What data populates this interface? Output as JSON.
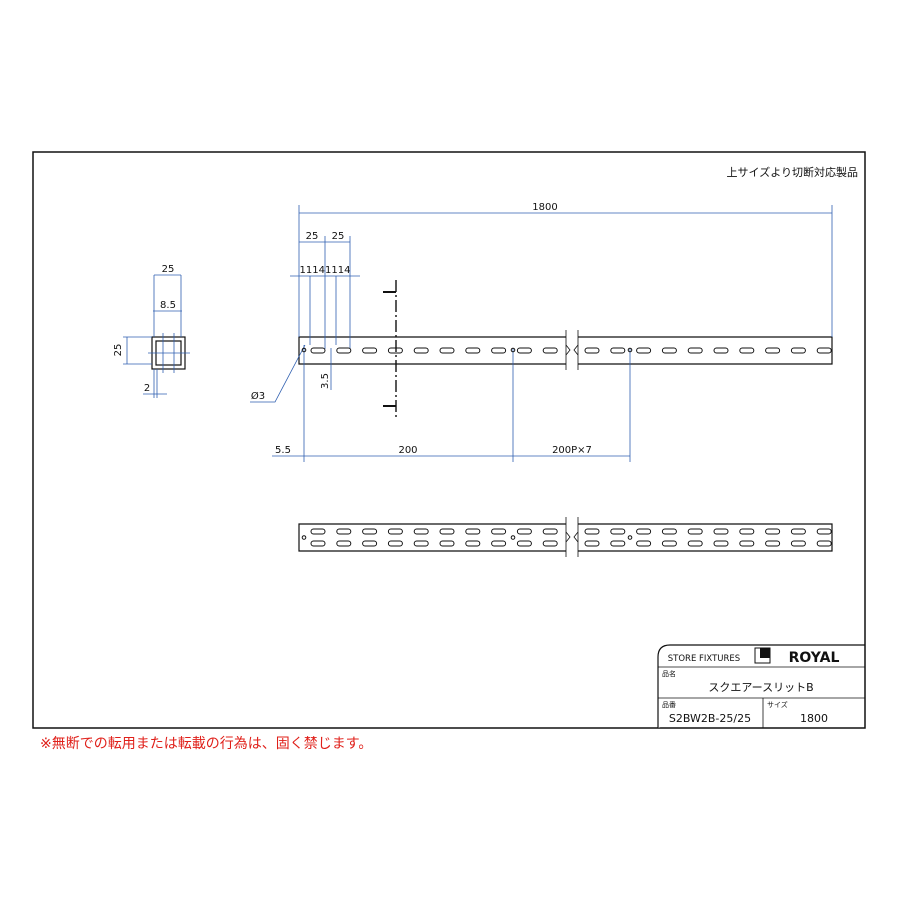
{
  "top_note": "上サイズより切断対応製品",
  "copyright_note": "※無断での転用または転載の行為は、固く禁じます。",
  "dimensions": {
    "section_width": "25",
    "section_slot": "8.5",
    "section_height": "25",
    "section_thickness": "2",
    "total_length": "1800",
    "pitch_a": "25",
    "pitch_b": "25",
    "slot_detail": "11141114",
    "hole_dia": "Ø3",
    "slot_height": "3.5",
    "edge_offset": "5.5",
    "first_hole": "200",
    "hole_pitch": "200P×7"
  },
  "title_block": {
    "brand_left": "STORE FIXTURES",
    "brand_right": "ROYAL",
    "name_label": "品名",
    "name_value": "スクエアースリットB",
    "code_label": "品番",
    "code_value": "S2BW2B-25/25",
    "size_label": "サイズ",
    "size_value": "1800"
  }
}
